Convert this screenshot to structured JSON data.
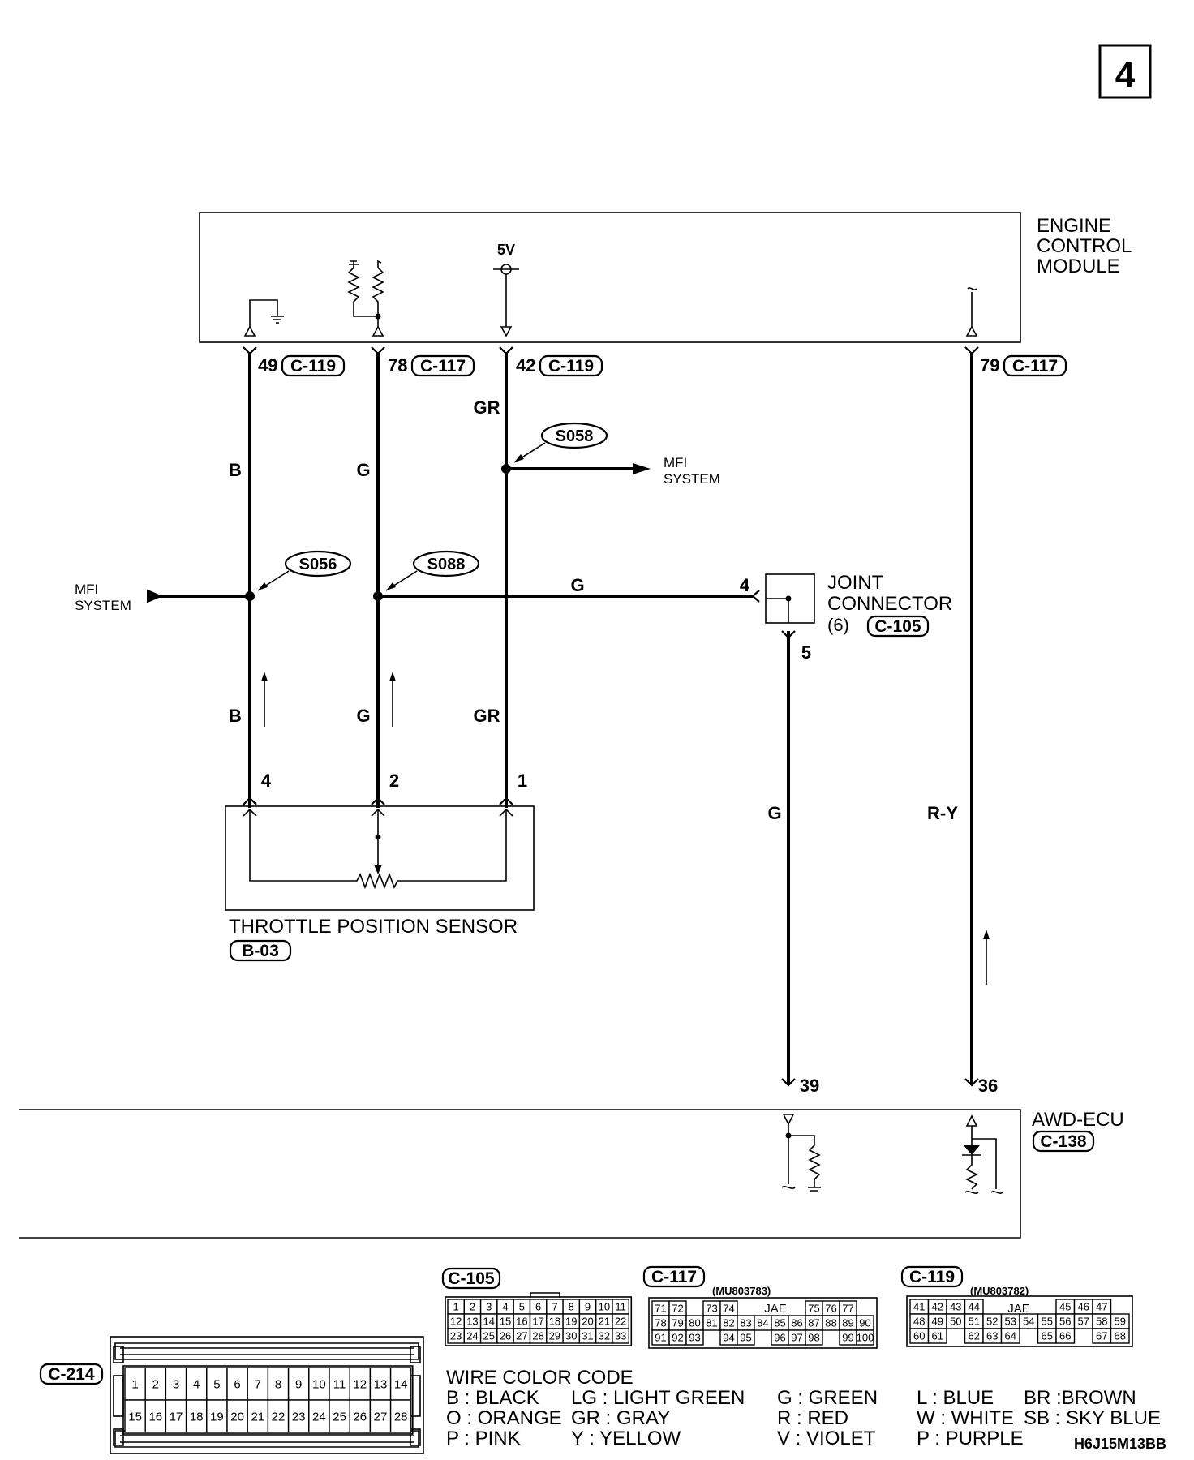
{
  "page_number": "4",
  "modules": {
    "ecm": {
      "lines": [
        "ENGINE",
        "CONTROL",
        "MODULE"
      ],
      "supply": "5V"
    },
    "tps": {
      "name": "THROTTLE POSITION SENSOR",
      "connector": "B-03"
    },
    "joint": {
      "lines": [
        "JOINT",
        "CONNECTOR"
      ],
      "count": "(6)",
      "connector": "C-105"
    },
    "awd": {
      "name": "AWD-ECU",
      "connector": "C-138"
    }
  },
  "mfi": {
    "line1": "MFI",
    "line2": "SYSTEM"
  },
  "ecm_pins": [
    {
      "pin": "49",
      "connector": "C-119"
    },
    {
      "pin": "78",
      "connector": "C-117"
    },
    {
      "pin": "42",
      "connector": "C-119"
    },
    {
      "pin": "79",
      "connector": "C-117"
    }
  ],
  "splices": [
    "S056",
    "S088",
    "S058"
  ],
  "wire_colors": {
    "b": "B",
    "g": "G",
    "gr": "GR",
    "ry": "R-Y"
  },
  "pins": {
    "tps_4": "4",
    "tps_2": "2",
    "tps_1": "1",
    "joint_4": "4",
    "joint_5": "5",
    "awd_39": "39",
    "awd_36": "36"
  },
  "connector_views": {
    "c105": {
      "label": "C-105",
      "rows": [
        [
          "1",
          "2",
          "3",
          "4",
          "5",
          "6",
          "7",
          "8",
          "9",
          "10",
          "11"
        ],
        [
          "12",
          "13",
          "14",
          "15",
          "16",
          "17",
          "18",
          "19",
          "20",
          "21",
          "22"
        ],
        [
          "23",
          "24",
          "25",
          "26",
          "27",
          "28",
          "29",
          "30",
          "31",
          "32",
          "33"
        ]
      ]
    },
    "c117": {
      "label": "C-117",
      "part": "(MU803783)",
      "jae": "JAE",
      "rows": [
        [
          "71",
          "72",
          "",
          "73",
          "74",
          "",
          "",
          "",
          "",
          "75",
          "76",
          "77"
        ],
        [
          "78",
          "79",
          "80",
          "81",
          "82",
          "83",
          "84",
          "85",
          "86",
          "87",
          "88",
          "89",
          "90"
        ],
        [
          "91",
          "92",
          "93",
          "",
          "94",
          "95",
          "",
          "96",
          "97",
          "98",
          "",
          "99",
          "100"
        ]
      ]
    },
    "c119": {
      "label": "C-119",
      "part": "(MU803782)",
      "jae": "JAE",
      "rows": [
        [
          "41",
          "42",
          "43",
          "44",
          "",
          "",
          "",
          "",
          "45",
          "46",
          "47"
        ],
        [
          "48",
          "49",
          "50",
          "51",
          "52",
          "53",
          "54",
          "55",
          "56",
          "57",
          "58",
          "59"
        ],
        [
          "60",
          "61",
          "",
          "62",
          "63",
          "64",
          "",
          "65",
          "66",
          "",
          "67",
          "68"
        ]
      ]
    },
    "c214": {
      "label": "C-214",
      "rows": [
        [
          "1",
          "2",
          "3",
          "4",
          "5",
          "6",
          "7",
          "8",
          "9",
          "10",
          "11",
          "12",
          "13",
          "14"
        ],
        [
          "15",
          "16",
          "17",
          "18",
          "19",
          "20",
          "21",
          "22",
          "23",
          "24",
          "25",
          "26",
          "27",
          "28"
        ]
      ]
    }
  },
  "legend": {
    "title": "WIRE COLOR CODE",
    "rows": [
      [
        "B : BLACK",
        "LG : LIGHT GREEN",
        "G : GREEN",
        "L : BLUE",
        "BR :BROWN"
      ],
      [
        "O : ORANGE",
        "GR : GRAY",
        "R : RED",
        "W : WHITE",
        "SB : SKY BLUE"
      ],
      [
        "P : PINK",
        "Y : YELLOW",
        "V : VIOLET",
        "P : PURPLE",
        ""
      ]
    ]
  },
  "diagram_code": "H6J15M13BB"
}
